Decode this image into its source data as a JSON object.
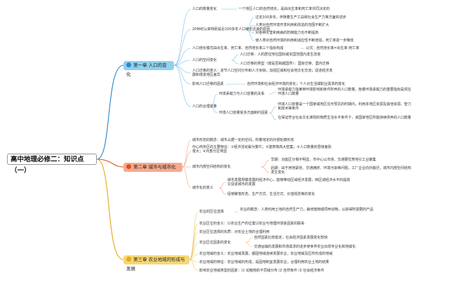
{
  "root": {
    "title": "高中地理必修二：知识点（一）"
  },
  "ch1": {
    "title": "第一章 人口的变化",
    "l1": "人口的数量变化",
    "l1a": "一个地区人口的自然增长，是由出生率和死亡率共同决定的",
    "l2": "20世纪以来特别是近100多年人口增长迅速的原因",
    "l2a": "过去100多年，伴随着生产工具和社会生产力等方面的进步",
    "l2b": "人类对自然环境开发利用和改造的范围不断扩大",
    "l2c": "对各种灾害和疾病的防御能力也不断提高",
    "l2d": "使人类对自然环境的利用和适应性不断增强，死亡率逐一步降低",
    "l3": "人口增长模式由出生率、死亡率、自然增长率三个指标构成",
    "l3a": "公式：自然增长率=出生率-死亡率",
    "l4": "人口的空间变化",
    "l4a": "人口迁移：人的居住地在国际或本国范围内发生改变",
    "l4b": "人口迁移的类型（按是否跨越国界）：国际迁移、国内迁移",
    "l5": "人口迁移的意义：进节人口空间分布和人才余缺，加强区域和社会地文化交流；促进经济发展和增进地区差异",
    "l6": "影响人口迁移的因素",
    "l6a": "自然环境和社会经济环境的变化；个人对生活或职业需求的变化",
    "l7": "人口的合理容量",
    "l7a": "环境承载力与人口容量的关系",
    "l7a1": "环境承载力指某种环境影响和条件所养的人口数量。衡量环境承载力的重要指标是现在环境人口数量",
    "l7b": "环境人口容量是一个国家或地区在可预见的时期内，利用本地区资源及其他资源、智力和技术等条件",
    "l7b1": "在保证符合社会文化准则的物质生活水平条件下，该国家地区所能持续供养的人口数量",
    "l7c": "环境人口容量受多方面制约因素"
  },
  "ch2": {
    "title": "第二章 城市与城市化",
    "l1": "城市形态的概念：城市占据一定的空间，所着地定的外部轮廓形态",
    "l2": "中心商务区的主要特征：①经济活动最为繁忙；②建筑物高大密集；③人口数量的昼夜差别很大；④内部分区明显",
    "l3": "城市内部空间结构的变化",
    "l3a": "早期：功能区分相不明显，市中心以市场、交通要优势地引工业聚集",
    "l3b": "后期：由于用地紧张、交通拥挤、环境污染等问题，工厂企业向外搬迁，城市内部空间结构发生变化",
    "l4": "城市化的意义",
    "l4a": "城市发展规模发展的经济中心，能够带动区域经济发展，西区城经济水平的提高又促进城市的发展",
    "l4b": "促使聚落形态、生产方式、生活方式、价值观念等的变化"
  },
  "ch3": {
    "title": "第三章 农业地域的形成与发展",
    "l1": "农业的区位选择",
    "l1a": "农业的概念：人类利用土地的自然生产力，栽培植物或饲养动物，以获得所需要的产品",
    "l2": "农业区位的含义：⑴农业生产的位置⑵农业与地理环境各因素的联系",
    "l3": "农业区位选择的实质：对农业土地的合理利用",
    "l4": "农业区位因素的变化",
    "l4a": "自然因素比较稳定，社会经济因素发展变化较快",
    "l4b": "交通运输的发展和市场需求的进步使世界农业出现专业化和地域化",
    "l5": "农业地域的含义：农业地域发展，都因地域连续发展农业，农业地域及区所形成的地域",
    "l6": "农业地域的特征：农业地域的形成，是因地制宜发展农业，合理利用农业土地的结果",
    "l7": "影响农业地域类型的因素：⑴ 动植物的不同域分布 ⑵ 自然条件 ⑶ 社会经济条件"
  }
}
